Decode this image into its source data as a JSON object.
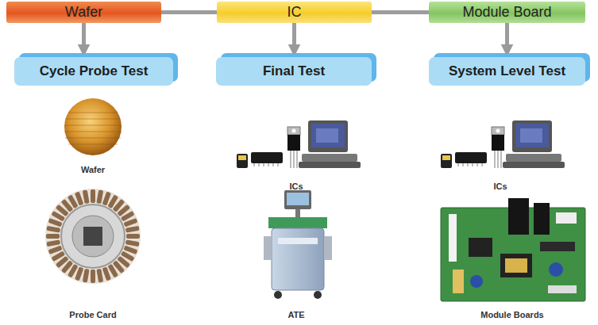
{
  "diagram": {
    "nodes": [
      {
        "text": [
          "Wafer"
        ]
      },
      {
        "text": [
          "IC"
        ]
      },
      {
        "text": [
          "Module Board"
        ]
      },
      {
        "text": [
          "Cycle Probe Test"
        ]
      },
      {
        "text": [
          "Final Test"
        ]
      },
      {
        "text": [
          "System Level Test"
        ]
      }
    ],
    "edges": [
      {
        "from": 0,
        "to": 1,
        "arrow": "none"
      },
      {
        "from": 1,
        "to": 2,
        "arrow": "none"
      },
      {
        "from": 0,
        "to": 3,
        "arrow": "to"
      },
      {
        "from": 1,
        "to": 4,
        "arrow": "to"
      },
      {
        "from": 2,
        "to": 5,
        "arrow": "to"
      }
    ],
    "labels": [
      "Wafer",
      "Probe Card",
      "ICs",
      "ATE",
      "ICs",
      "Module Boards"
    ]
  }
}
